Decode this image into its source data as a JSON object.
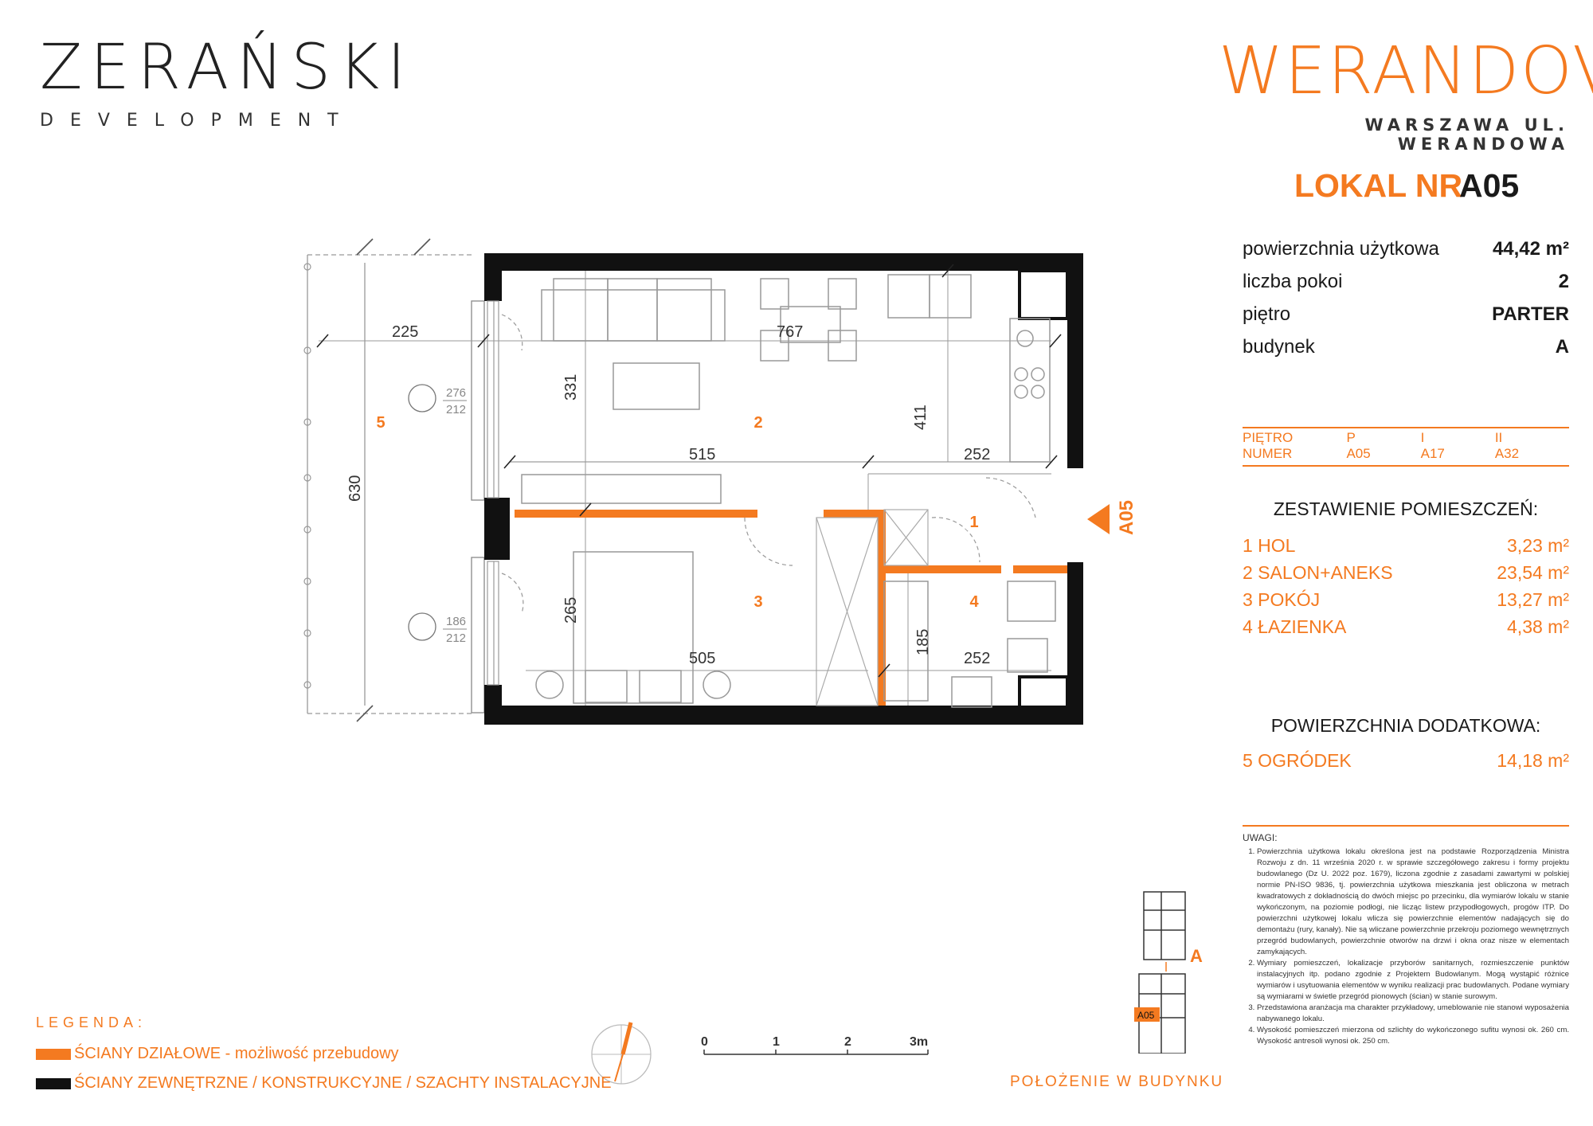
{
  "header": {
    "left_brand": "ZERAŃSKI",
    "left_brand_sub": "DEVELOPMENT",
    "right_brand": "WERANDOVA",
    "right_brand_sub": "WARSZAWA UL. WERANDOWA"
  },
  "unit": {
    "label": "LOKAL NR",
    "number": "A05",
    "properties": [
      {
        "name": "powierzchnia użytkowa",
        "value": "44,42 m²"
      },
      {
        "name": "liczba pokoi",
        "value": "2"
      },
      {
        "name": "piętro",
        "value": "PARTER"
      },
      {
        "name": "budynek",
        "value": "A"
      }
    ]
  },
  "floor_table": {
    "row1": [
      "PIĘTRO",
      "P",
      "I",
      "II"
    ],
    "row2": [
      "NUMER",
      "A05",
      "A17",
      "A32"
    ]
  },
  "rooms_title": "ZESTAWIENIE POMIESZCZEŃ:",
  "rooms": [
    {
      "name": "1  HOL",
      "area": "3,23 m²"
    },
    {
      "name": "2  SALON+ANEKS",
      "area": "23,54 m²"
    },
    {
      "name": "3  POKÓJ",
      "area": "13,27 m²"
    },
    {
      "name": "4  ŁAZIENKA",
      "area": "4,38 m²"
    }
  ],
  "extra_title": "POWIERZCHNIA DODATKOWA:",
  "extra": {
    "name": "5  OGRÓDEK",
    "area": "14,18 m²"
  },
  "notes": {
    "title": "UWAGI:",
    "items": [
      "Powierzchnia użytkowa lokalu określona jest na podstawie Rozporządzenia Ministra Rozwoju z dn. 11 września 2020 r. w sprawie szczegółowego zakresu i formy projektu budowlanego (Dz U. 2022 poz. 1679), liczona zgodnie z zasadami zawartymi w polskiej normie PN-ISO 9836, tj. powierzchnia użytkowa mieszkania jest obliczona w metrach kwadratowych z dokładnością do dwóch miejsc po przecinku, dla wymiarów lokalu w stanie wykończonym, na poziomie podłogi, nie licząc listew przypodłogowych, progów ITP. Do powierzchni użytkowej lokalu wlicza się powierzchnie elementów nadających się do demontażu (rury, kanały). Nie są wliczane powierzchnie przekroju poziomego wewnętrznych przegród budowlanych, powierzchnie otworów na drzwi i okna oraz nisze w elementach zamykających.",
      "Wymiary pomieszczeń, lokalizacje przyborów sanitarnych, rozmieszczenie punktów instalacyjnych itp. podano zgodnie z Projektem Budowlanym. Mogą wystąpić różnice wymiarów i usytuowania elementów w wyniku realizacji prac budowlanych. Podane wymiary są wymiarami w świetle przegród pionowych (ścian) w stanie surowym.",
      "Przedstawiona aranżacja ma charakter przykładowy, umeblowanie nie stanowi wyposażenia nabywanego lokalu.",
      "Wysokość pomieszczeń mierzona od szlichty do wykończonego sufitu wynosi ok. 260 cm. Wysokość antresoli wynosi ok. 250 cm."
    ]
  },
  "legend": {
    "title": "LEGENDA:",
    "items": [
      {
        "label": "ŚCIANY DZIAŁOWE - możliwość przebudowy",
        "color": "#f47a20"
      },
      {
        "label": "ŚCIANY ZEWNĘTRZNE / KONSTRUKCYJNE / SZACHTY INSTALACYJNE",
        "color": "#111111"
      }
    ]
  },
  "scale_labels": [
    "0",
    "1",
    "2",
    "3m"
  ],
  "location_label": "POŁOŻENIE W BUDYNKU",
  "location_marker": "A05",
  "building_marker": "A",
  "plan": {
    "room_numbers": [
      "1",
      "2",
      "3",
      "4",
      "5"
    ],
    "dimensions": [
      "225",
      "767",
      "331",
      "411",
      "630",
      "515",
      "252",
      "265",
      "505",
      "185",
      "252"
    ],
    "window_marks": [
      [
        "276",
        "212"
      ],
      [
        "186",
        "212"
      ]
    ],
    "entry_label": "A05"
  },
  "colors": {
    "accent": "#f47a20",
    "wall": "#111111"
  }
}
